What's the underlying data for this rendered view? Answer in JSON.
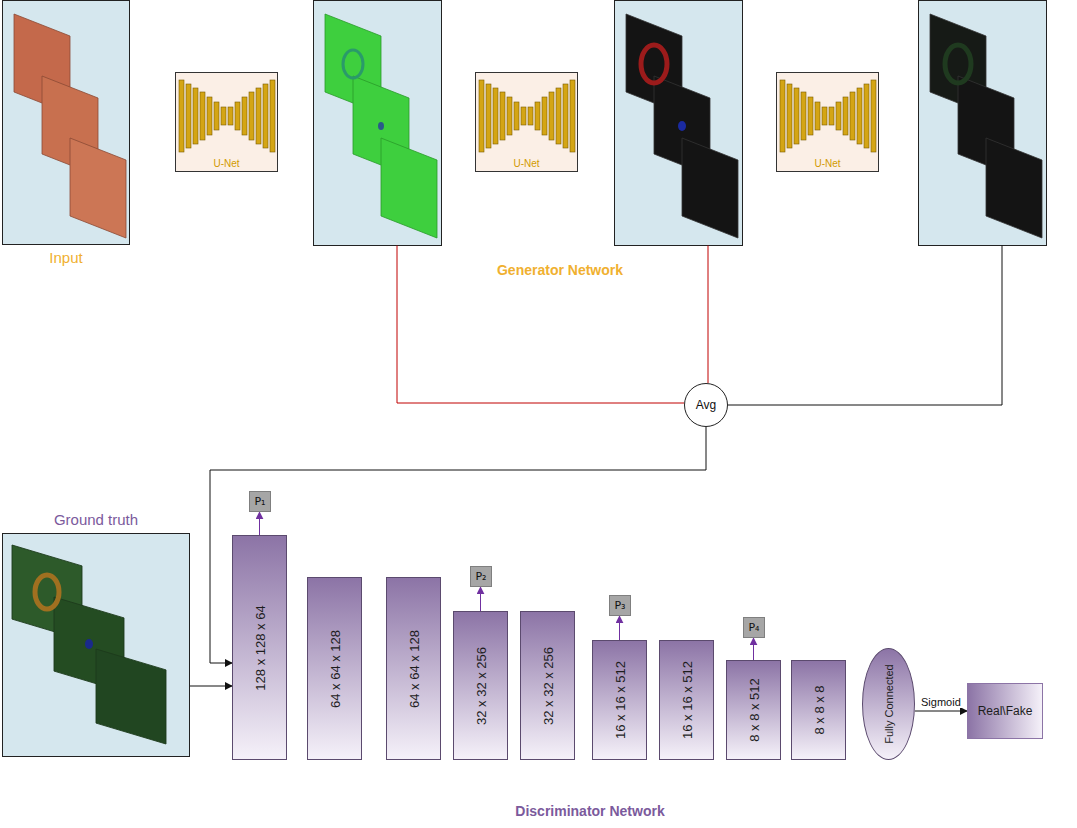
{
  "diagram": {
    "nodes": [
      {
        "text": [
          "Input"
        ]
      },
      {
        "text": [
          "U-Net"
        ]
      },
      {
        "text": [
          "U-Net"
        ]
      },
      {
        "text": [
          "U-Net"
        ]
      },
      {
        "text": [
          "Avg"
        ]
      },
      {
        "text": [
          "Ground truth"
        ]
      },
      {
        "text": [
          "P₁"
        ]
      },
      {
        "text": [
          "P₂"
        ]
      },
      {
        "text": [
          "P₃"
        ]
      },
      {
        "text": [
          "P₄"
        ]
      },
      {
        "text": [
          "128 x 128 x 64"
        ]
      },
      {
        "text": [
          "64 x 64 x 128"
        ]
      },
      {
        "text": [
          "64 x 64 x 128"
        ]
      },
      {
        "text": [
          "32 x 32 x 256"
        ]
      },
      {
        "text": [
          "32 x 32 x 256"
        ]
      },
      {
        "text": [
          "16 x 16 x 512"
        ]
      },
      {
        "text": [
          "16 x 16 x 512"
        ]
      },
      {
        "text": [
          "8 x 8 x 512"
        ]
      },
      {
        "text": [
          "8 x 8 x 8"
        ]
      },
      {
        "text": [
          "Fully Connected"
        ]
      },
      {
        "text": [
          "Real\\Fake"
        ]
      }
    ],
    "edges": [
      {
        "from": 4,
        "to": 10,
        "arrow": "to"
      },
      {
        "from": 5,
        "to": 10,
        "arrow": "to"
      },
      {
        "from": 10,
        "to": 6,
        "arrow": "to"
      },
      {
        "from": 13,
        "to": 7,
        "arrow": "to"
      },
      {
        "from": 15,
        "to": 8,
        "arrow": "to"
      },
      {
        "from": 17,
        "to": 9,
        "arrow": "to"
      },
      {
        "from": 19,
        "to": 20,
        "label": "Sigmoid",
        "arrow": "to"
      }
    ],
    "labels": [
      "Generator Network",
      "Discriminator Network"
    ]
  }
}
